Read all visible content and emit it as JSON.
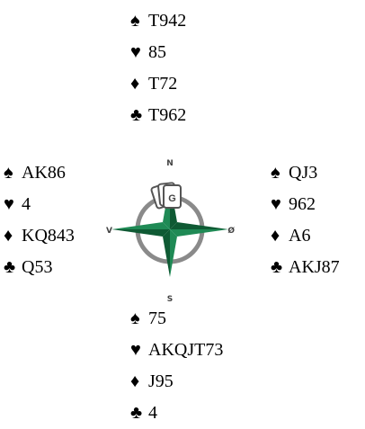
{
  "hands": {
    "north": {
      "spades": "T942",
      "hearts": "85",
      "diamonds": "T72",
      "clubs": "T962"
    },
    "west": {
      "spades": "AK86",
      "hearts": "4",
      "diamonds": "KQ843",
      "clubs": "Q53"
    },
    "east": {
      "spades": "QJ3",
      "hearts": "962",
      "diamonds": "A6",
      "clubs": "AKJ87"
    },
    "south": {
      "spades": "75",
      "hearts": "AKQJT73",
      "diamonds": "J95",
      "clubs": "4"
    }
  },
  "suits": {
    "spades": "♠",
    "hearts": "♥",
    "diamonds": "♦",
    "clubs": "♣"
  },
  "compass": {
    "north": "N",
    "south": "S",
    "east": "Ø",
    "west": "V",
    "dealer_card": "G"
  },
  "colors": {
    "star_green": "#1f8a55",
    "star_dark": "#0f5a34",
    "ring": "#8a8a8a",
    "text": "#000000"
  }
}
